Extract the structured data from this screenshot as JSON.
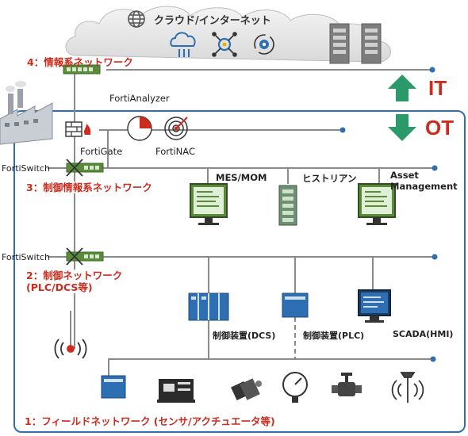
{
  "cloud": {
    "label": "クラウド/インターネット"
  },
  "zones": {
    "info": "4：情報系ネットワーク",
    "control_info": "3：制御情報系ネットワーク",
    "control_line1": "2：制御ネットワーク",
    "control_line2": "(PLC/DCS等)",
    "field": "1：フィールドネットワーク (センサ/アクチュエータ等)"
  },
  "layers": {
    "it": "IT",
    "ot": "OT"
  },
  "devices": {
    "forti_analyzer": "FortiAnalyzer",
    "forti_gate": "FortiGate",
    "forti_nac": "FortiNAC",
    "forti_switch_1": "FortiSwitch",
    "forti_switch_2": "FortiSwitch",
    "mes": "MES/MOM",
    "historian": "ヒストリアン",
    "asset_line1": "Asset",
    "asset_line2": "Management",
    "dcs": "制御装置(DCS)",
    "plc": "制御装置(PLC)",
    "scada": "SCADA(HMI)"
  },
  "colors": {
    "line": "#8a8a8a",
    "ot_border": "#2e6fb4",
    "accent_red": "#cc2b1d",
    "arrow_green": "#2a9a6a",
    "device_blue": "#2e6fb4",
    "device_green": "#5a8a3a"
  }
}
